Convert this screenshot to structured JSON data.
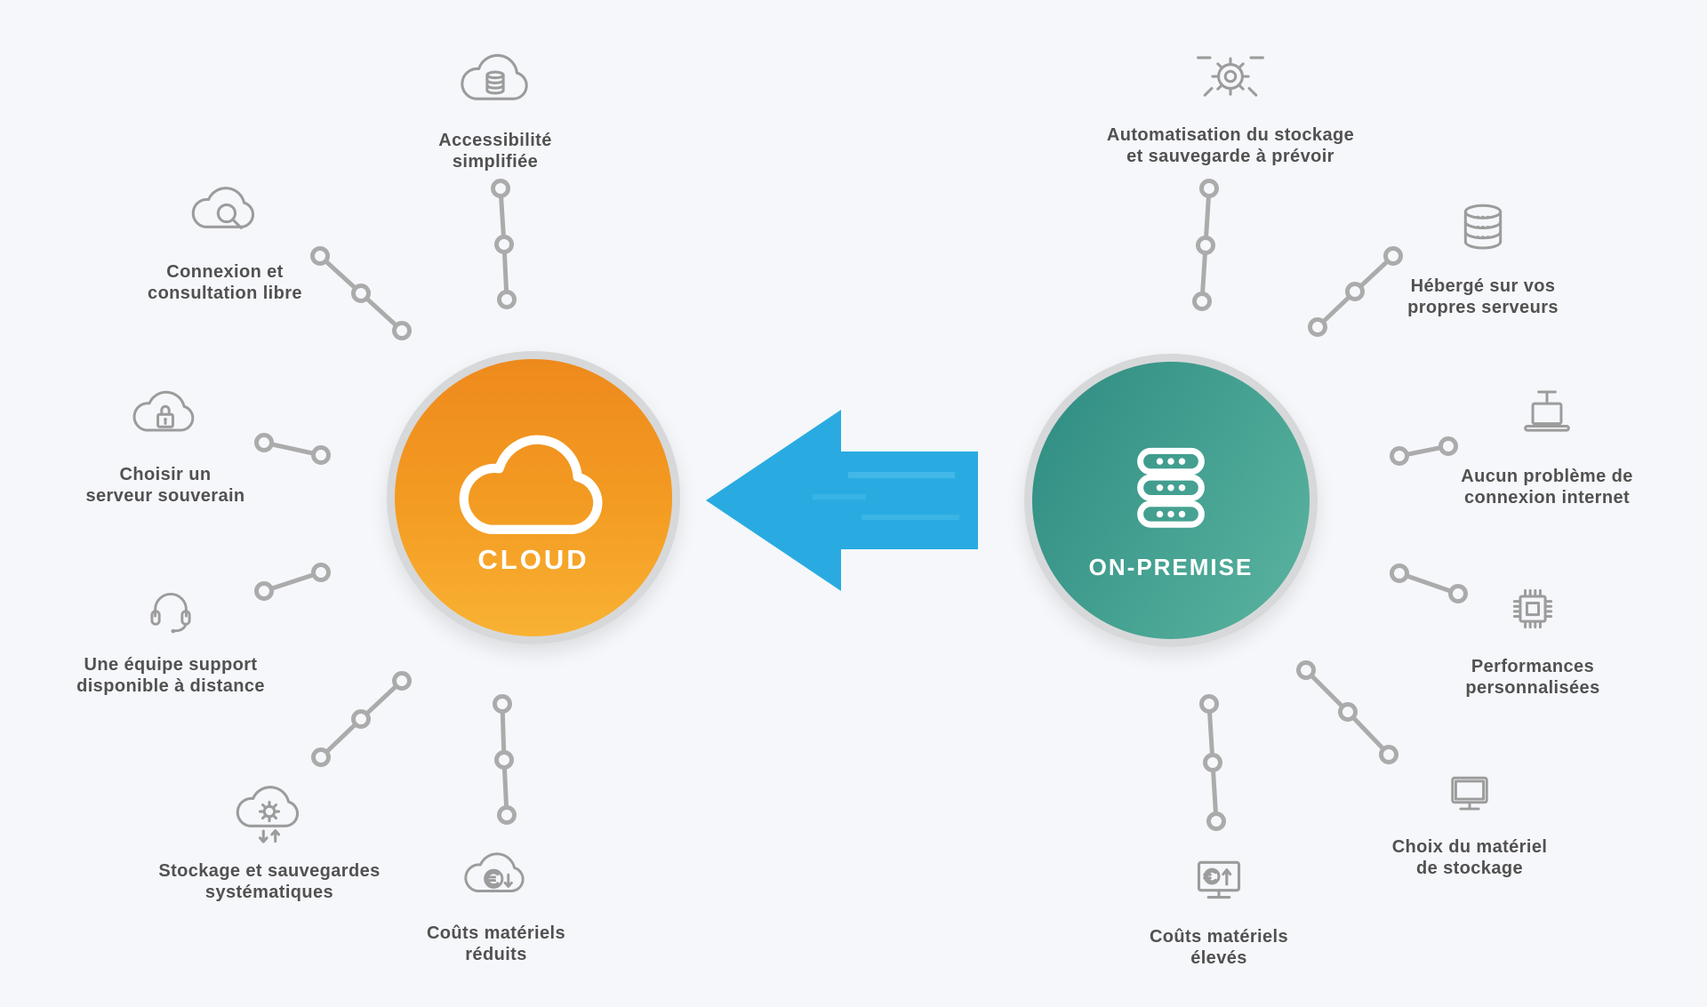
{
  "background_color": "#f6f7fa",
  "connector_color": "#ababab",
  "icon_color": "#9c9c9c",
  "text_color": "#515151",
  "arrow": {
    "direction": "left",
    "color": "#29abe2"
  },
  "cloud": {
    "label": "CLOUD",
    "gradient": [
      "#ee8a1d",
      "#f9b233"
    ],
    "center_icon": "cloud-icon",
    "items": [
      {
        "label": "Accessibilité simplifiée",
        "icon": "cloud-database-icon"
      },
      {
        "label": "Connexion et consultation libre",
        "icon": "cloud-search-icon"
      },
      {
        "label": "Choisir un serveur souverain",
        "icon": "cloud-lock-icon"
      },
      {
        "label": "Une équipe support disponible à distance",
        "icon": "headset-icon"
      },
      {
        "label": "Stockage et sauvegardes systématiques",
        "icon": "cloud-gear-sync-icon"
      },
      {
        "label": "Coûts matériels réduits",
        "icon": "cloud-euro-down-icon"
      }
    ]
  },
  "on_premise": {
    "label": "ON-PREMISE",
    "gradient": [
      "#2e8b81",
      "#5cb4a0"
    ],
    "center_icon": "server-stack-icon",
    "items": [
      {
        "label": "Automatisation du stockage et sauvegarde à prévoir",
        "icon": "gear-automation-icon"
      },
      {
        "label": "Hébergé sur vos propres serveurs",
        "icon": "database-cylinder-icon"
      },
      {
        "label": "Aucun problème de connexion internet",
        "icon": "laptop-plug-icon"
      },
      {
        "label": "Performances personnalisées",
        "icon": "cpu-chip-icon"
      },
      {
        "label": "Choix du matériel de stockage",
        "icon": "monitor-icon"
      },
      {
        "label": "Coûts matériels élevés",
        "icon": "monitor-euro-up-icon"
      }
    ]
  }
}
